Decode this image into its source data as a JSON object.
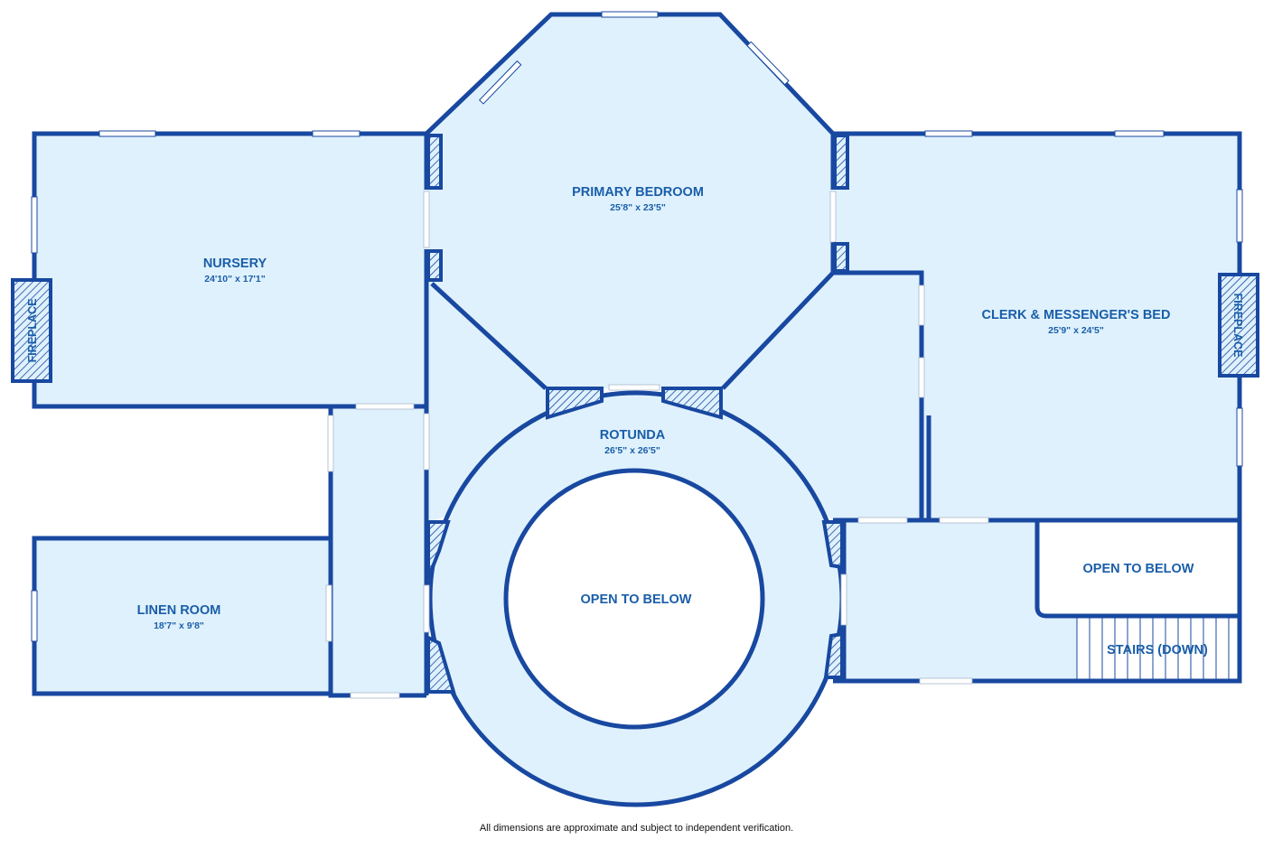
{
  "rooms": {
    "nursery": {
      "name": "NURSERY",
      "dim": "24'10\" x 17'1\""
    },
    "primary_bedroom": {
      "name": "PRIMARY BEDROOM",
      "dim": "25'8\" x 23'5\""
    },
    "clerk_bed": {
      "name": "CLERK & MESSENGER'S BED",
      "dim": "25'9\" x 24'5\""
    },
    "rotunda": {
      "name": "ROTUNDA",
      "dim": "26'5\" x 26'5\""
    },
    "linen_room": {
      "name": "LINEN ROOM",
      "dim": "18'7\" x 9'8\""
    }
  },
  "labels": {
    "open_center": "OPEN TO BELOW",
    "open_right": "OPEN TO BELOW",
    "stairs": "STAIRS (DOWN)",
    "fireplace_left": "FIREPLACE",
    "fireplace_right": "FIREPLACE"
  },
  "footer": {
    "disclaimer": "All dimensions are approximate and subject to independent verification."
  },
  "colors": {
    "wall": "#1848a0",
    "floor": "#dff1fd",
    "text": "#1a5ea8"
  }
}
